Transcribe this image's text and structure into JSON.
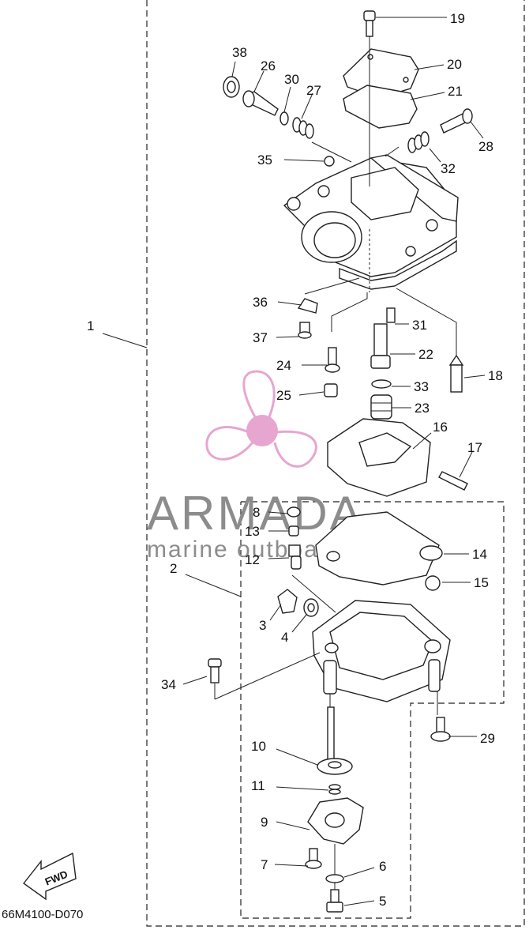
{
  "diagram": {
    "drawing_code": "66M4100-D070",
    "fwd_label": "FWD",
    "watermark": {
      "brand": "ARMADA",
      "tagline": "marine outboards",
      "brand_color": "#e7a6cf",
      "text_color": "#8c8c8c"
    },
    "callouts": [
      {
        "id": "c1",
        "label": "1"
      },
      {
        "id": "c2",
        "label": "2"
      },
      {
        "id": "c3",
        "label": "3"
      },
      {
        "id": "c4",
        "label": "4"
      },
      {
        "id": "c5",
        "label": "5"
      },
      {
        "id": "c6",
        "label": "6"
      },
      {
        "id": "c7",
        "label": "7"
      },
      {
        "id": "c8",
        "label": "8"
      },
      {
        "id": "c9",
        "label": "9"
      },
      {
        "id": "c10",
        "label": "10"
      },
      {
        "id": "c11",
        "label": "11"
      },
      {
        "id": "c12",
        "label": "12"
      },
      {
        "id": "c13",
        "label": "13"
      },
      {
        "id": "c14",
        "label": "14"
      },
      {
        "id": "c15",
        "label": "15"
      },
      {
        "id": "c16",
        "label": "16"
      },
      {
        "id": "c17",
        "label": "17"
      },
      {
        "id": "c18",
        "label": "18"
      },
      {
        "id": "c19",
        "label": "19"
      },
      {
        "id": "c20",
        "label": "20"
      },
      {
        "id": "c21",
        "label": "21"
      },
      {
        "id": "c22",
        "label": "22"
      },
      {
        "id": "c23",
        "label": "23"
      },
      {
        "id": "c24",
        "label": "24"
      },
      {
        "id": "c25",
        "label": "25"
      },
      {
        "id": "c26",
        "label": "26"
      },
      {
        "id": "c27",
        "label": "27"
      },
      {
        "id": "c28",
        "label": "28"
      },
      {
        "id": "c29",
        "label": "29"
      },
      {
        "id": "c30",
        "label": "30"
      },
      {
        "id": "c31",
        "label": "31"
      },
      {
        "id": "c32",
        "label": "32"
      },
      {
        "id": "c33",
        "label": "33"
      },
      {
        "id": "c34",
        "label": "34"
      },
      {
        "id": "c35",
        "label": "35"
      },
      {
        "id": "c36",
        "label": "36"
      },
      {
        "id": "c37",
        "label": "37"
      },
      {
        "id": "c38",
        "label": "38"
      }
    ]
  }
}
